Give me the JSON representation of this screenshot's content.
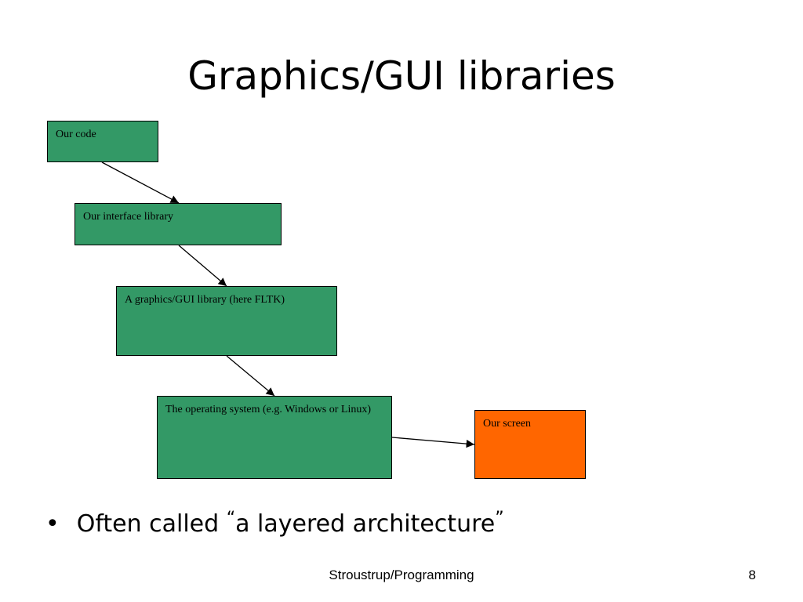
{
  "slide": {
    "title": "Graphics/GUI libraries",
    "boxes": {
      "our_code": "Our code",
      "interface_library": "Our interface library",
      "gui_library": "A graphics/GUI library (here FLTK)",
      "operating_system": "The operating system (e.g. Windows or Linux)",
      "screen": "Our screen"
    },
    "bullet": {
      "glyph": "•",
      "prefix": "Often called ",
      "open_quote": "“",
      "quoted": "a layered architecture",
      "close_quote": "”"
    },
    "footer": "Stroustrup/Programming",
    "page_number": "8"
  },
  "colors": {
    "layer_box": "#339966",
    "screen_box": "#ff6600"
  },
  "icons": {
    "connector": "arrow-icon"
  }
}
